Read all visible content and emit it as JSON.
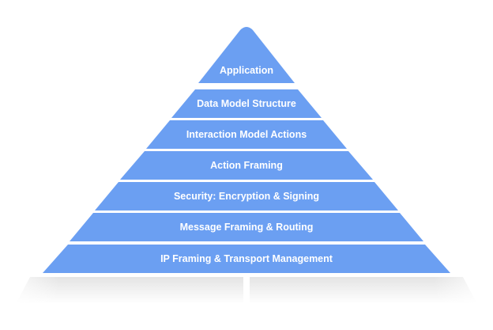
{
  "pyramid": {
    "colors": {
      "layer": "#6b9ff2",
      "base": "#ececec"
    },
    "layers": [
      {
        "label": "Application"
      },
      {
        "label": "Data Model Structure"
      },
      {
        "label": "Interaction Model Actions"
      },
      {
        "label": "Action Framing"
      },
      {
        "label": "Security: Encryption & Signing"
      },
      {
        "label": "Message Framing & Routing"
      },
      {
        "label": "IP Framing & Transport Management"
      }
    ]
  }
}
